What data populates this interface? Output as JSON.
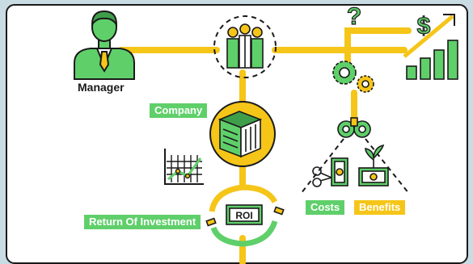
{
  "labels": {
    "manager": "Manager",
    "company": "Company",
    "roi_badge": "ROI",
    "return_of_investment": "Return Of Investment",
    "costs": "Costs",
    "benefits": "Benefits",
    "question_mark": "?",
    "dollar_sign": "$"
  },
  "colors": {
    "background": "#c9dbe3",
    "panel": "#ffffff",
    "line": "#f5c518",
    "accent_green": "#5fcf6a",
    "stroke": "#1a1a1a"
  },
  "icons": [
    "manager-icon",
    "team-icon",
    "question-icon",
    "dollar-icon",
    "growth-bar-icon",
    "gears-icon",
    "building-icon",
    "line-chart-icon",
    "binoculars-icon",
    "scissors-money-icon",
    "plant-money-icon",
    "roi-cycle-icon"
  ]
}
